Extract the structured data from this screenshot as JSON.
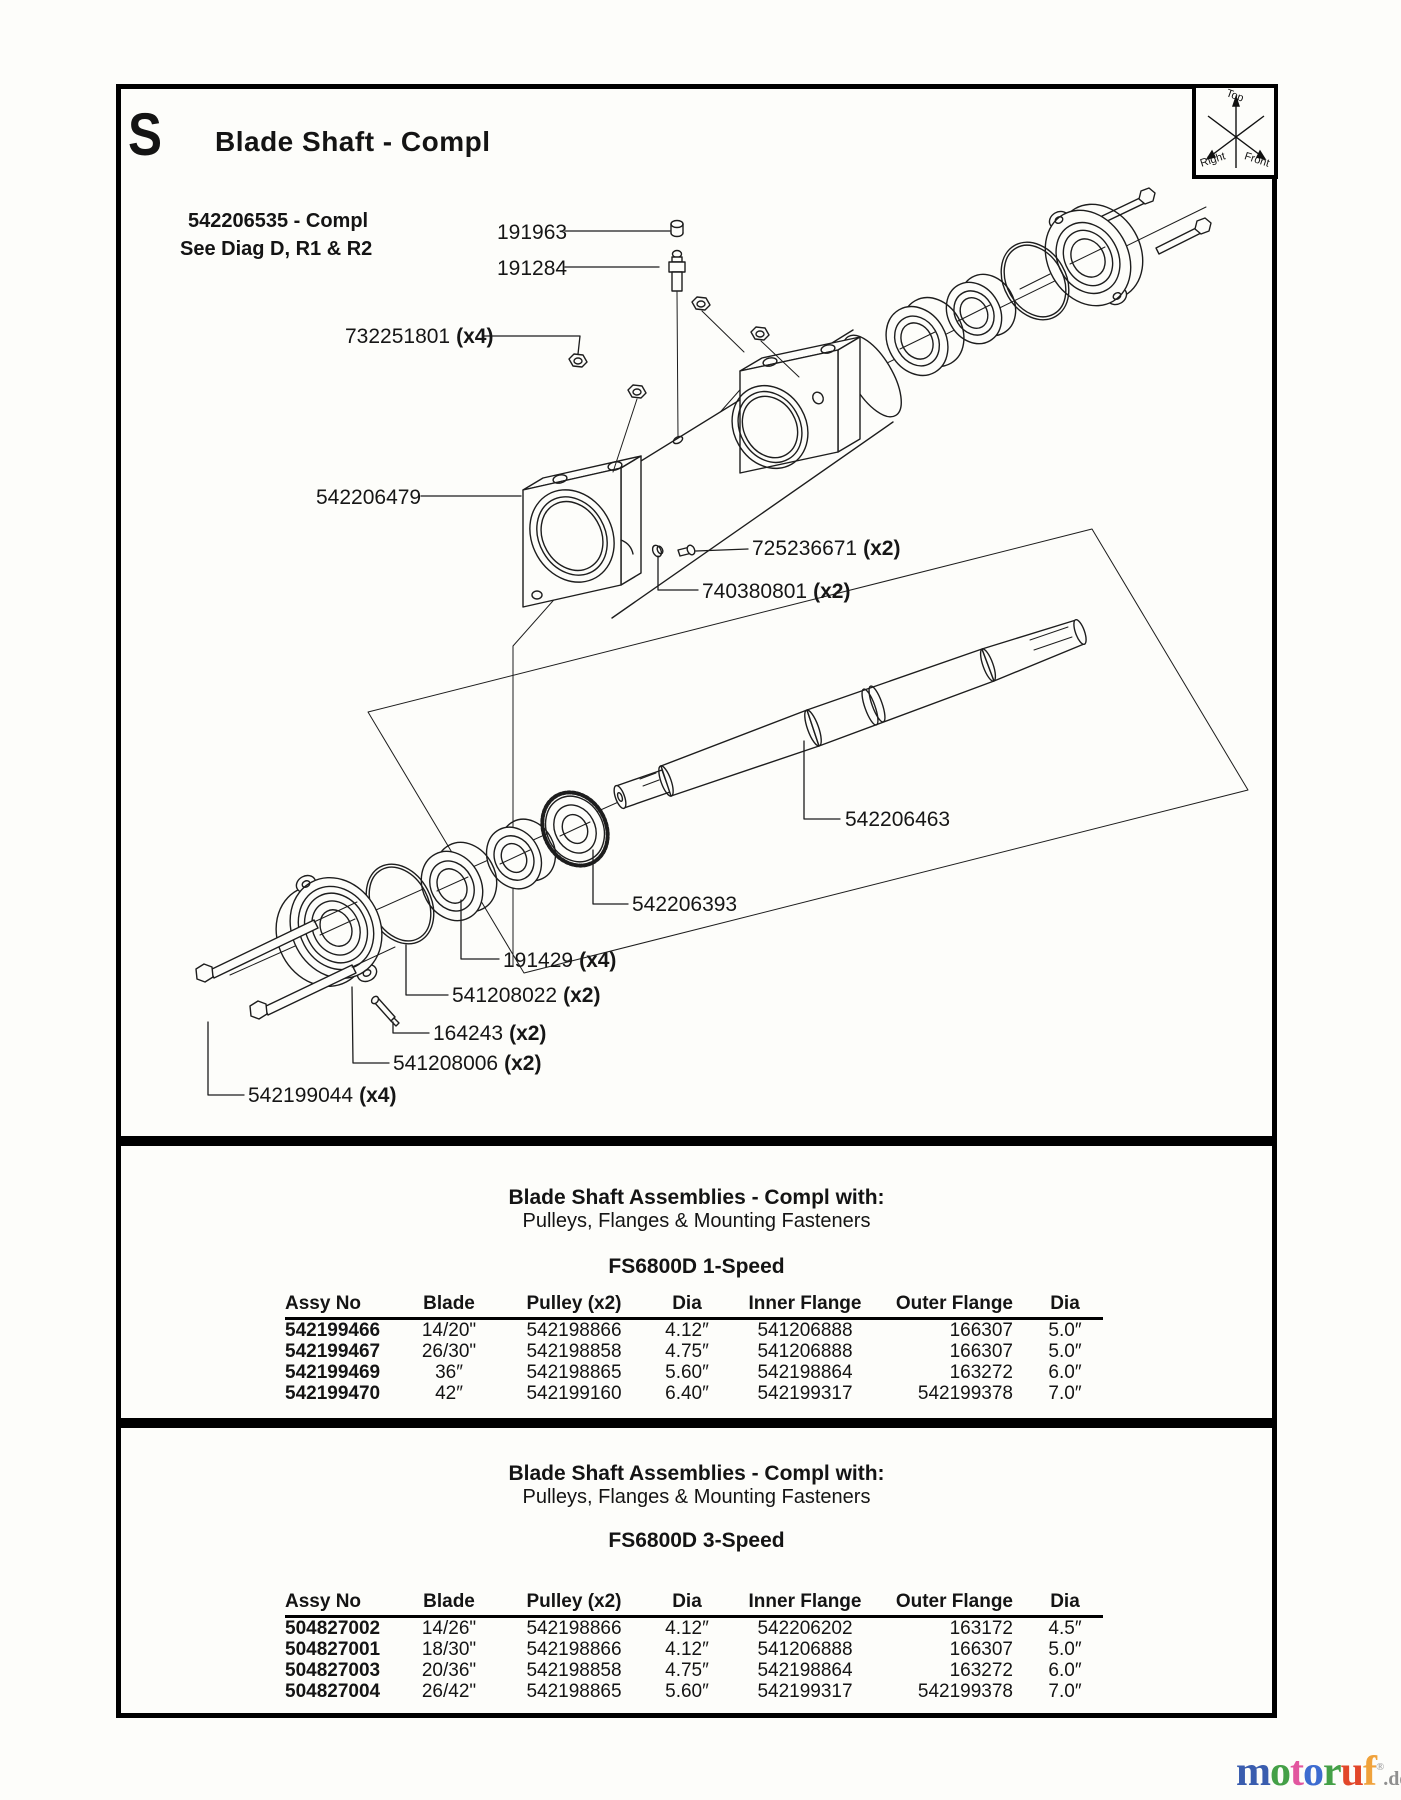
{
  "header": {
    "section_letter": "S",
    "title": "Blade Shaft - Compl",
    "ref1": "542206535 - Compl",
    "ref2": "See Diag D, R1 & R2"
  },
  "orientation": {
    "top": "Top",
    "right": "Right",
    "front": "Front"
  },
  "callouts": [
    {
      "label": "191963",
      "qty": ""
    },
    {
      "label": "191284",
      "qty": ""
    },
    {
      "label": "732251801",
      "qty": "(x4)"
    },
    {
      "label": "542206479",
      "qty": ""
    },
    {
      "label": "725236671",
      "qty": "(x2)"
    },
    {
      "label": "740380801",
      "qty": "(x2)"
    },
    {
      "label": "542206463",
      "qty": ""
    },
    {
      "label": "542206393",
      "qty": ""
    },
    {
      "label": "191429",
      "qty": "(x4)"
    },
    {
      "label": "541208022",
      "qty": "(x2)"
    },
    {
      "label": "164243",
      "qty": "(x2)"
    },
    {
      "label": "541208006",
      "qty": "(x2)"
    },
    {
      "label": "542199044",
      "qty": "(x4)"
    }
  ],
  "tables": [
    {
      "title": "Blade Shaft Assemblies - Compl with:",
      "subtitle": "Pulleys, Flanges & Mounting Fasteners",
      "model": "FS6800D 1-Speed",
      "columns": [
        "Assy No",
        "Blade",
        "Pulley (x2)",
        "Dia",
        "Inner Flange",
        "Outer Flange",
        "Dia"
      ],
      "rows": [
        [
          "542199466",
          "14/20\"",
          "542198866",
          "4.12″",
          "541206888",
          "166307",
          "5.0″"
        ],
        [
          "542199467",
          "26/30\"",
          "542198858",
          "4.75″",
          "541206888",
          "166307",
          "5.0″"
        ],
        [
          "542199469",
          "36″",
          "542198865",
          "5.60″",
          "542198864",
          "163272",
          "6.0″"
        ],
        [
          "542199470",
          "42″",
          "542199160",
          "6.40″",
          "542199317",
          "542199378",
          "7.0″"
        ]
      ]
    },
    {
      "title": "Blade Shaft Assemblies - Compl with:",
      "subtitle": "Pulleys, Flanges & Mounting Fasteners",
      "model": "FS6800D 3-Speed",
      "columns": [
        "Assy No",
        "Blade",
        "Pulley (x2)",
        "Dia",
        "Inner Flange",
        "Outer Flange",
        "Dia"
      ],
      "rows": [
        [
          "504827002",
          "14/26\"",
          "542198866",
          "4.12″",
          "542206202",
          "163172",
          "4.5″"
        ],
        [
          "504827001",
          "18/30\"",
          "542198866",
          "4.12″",
          "541206888",
          "166307",
          "5.0″"
        ],
        [
          "504827003",
          "20/36\"",
          "542198858",
          "4.75″",
          "542198864",
          "163272",
          "6.0″"
        ],
        [
          "504827004",
          "26/42\"",
          "542198865",
          "5.60″",
          "542199317",
          "542199378",
          "7.0″"
        ]
      ]
    }
  ],
  "watermark": {
    "letters": [
      {
        "ch": "m",
        "color": "#3a5dae"
      },
      {
        "ch": "o",
        "color": "#44a047"
      },
      {
        "ch": "t",
        "color": "#e2569f"
      },
      {
        "ch": "o",
        "color": "#3d6cd0"
      },
      {
        "ch": "r",
        "color": "#44a047"
      },
      {
        "ch": "u",
        "color": "#e2472a"
      },
      {
        "ch": "f",
        "color": "#f0a23b"
      }
    ],
    "suffix": ".de"
  }
}
